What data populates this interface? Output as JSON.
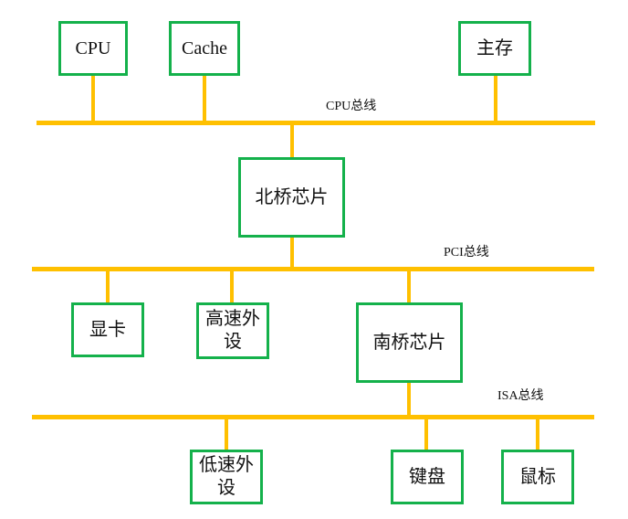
{
  "colors": {
    "bus_line": "#ffc000",
    "box_border": "#14b14b",
    "text": "#111111",
    "background": "#ffffff"
  },
  "buses": {
    "cpu": "CPU总线",
    "pci": "PCI总线",
    "isa": "ISA总线"
  },
  "nodes": {
    "cpu": "CPU",
    "cache": "Cache",
    "main_memory": "主存",
    "north_bridge": "北桥芯片",
    "graphics_card": "显卡",
    "high_speed_peripheral": "高速外\n设",
    "south_bridge": "南桥芯片",
    "low_speed_peripheral": "低速外\n设",
    "keyboard": "键盘",
    "mouse": "鼠标"
  }
}
